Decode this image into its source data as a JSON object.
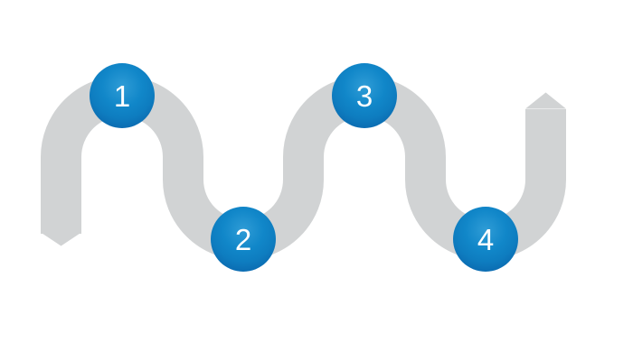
{
  "diagram": {
    "type": "serpentine-process-flow",
    "background_color": "#ffffff",
    "ribbon_color": "#d1d3d4",
    "step_fill_center": "#1187c9",
    "step_fill_edge": "#0a60a5",
    "step_label_color": "#ffffff",
    "steps": [
      {
        "label": "1"
      },
      {
        "label": "2"
      },
      {
        "label": "3"
      },
      {
        "label": "4"
      }
    ]
  }
}
